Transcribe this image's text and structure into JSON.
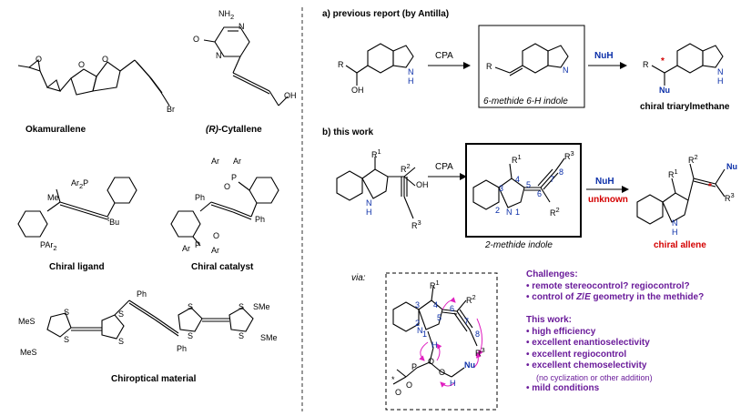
{
  "left": {
    "molecules": [
      {
        "label": "Okamurallene",
        "bold": true
      },
      {
        "label": "(R)-Cytallene",
        "bold": true,
        "italic_prefix": "(R)"
      },
      {
        "label": "Chiral ligand",
        "bold": true
      },
      {
        "label": "Chiral catalyst",
        "bold": true
      },
      {
        "label": "Chiroptical material",
        "bold": true
      }
    ],
    "atoms": {
      "nh2": "NH2",
      "o": "O",
      "n": "N",
      "oh": "OH",
      "br": "Br",
      "me": "Me",
      "tbu": "tBu",
      "ar2p": "Ar2P",
      "par2": "PAr2",
      "ph": "Ph",
      "ar": "Ar",
      "p": "P",
      "sme": "SMe",
      "mes": "MeS",
      "s": "S"
    }
  },
  "panel_a": {
    "title": "a) previous report (by Antilla)",
    "reagent1": "CPA",
    "reagent2": "NuH",
    "intermediate_caption": "6-methide 6-H indole",
    "product_caption": "chiral triarylmethane",
    "r": "R",
    "oh": "OH",
    "nh": "N\nH",
    "n": "N",
    "nu": "Nu",
    "star": "*"
  },
  "panel_b": {
    "title": "b) this work",
    "reagent1": "CPA",
    "reagent2": "NuH",
    "unknown": "unknown",
    "intermediate_caption": "2-methide indole",
    "product_caption": "chiral allene",
    "r1": "R1",
    "r2": "R2",
    "r3": "R3",
    "oh": "OH",
    "n": "N",
    "nh": "NH",
    "nu": "Nu",
    "star": "*",
    "nums": [
      "3",
      "4",
      "2",
      "1",
      "5",
      "6",
      "7",
      "8"
    ]
  },
  "via": {
    "label": "via:",
    "atoms": {
      "r1": "R1",
      "r2": "R2",
      "r3": "R3",
      "n": "N",
      "h": "H",
      "o": "O",
      "p": "P",
      "nu": "Nu",
      "star": "*"
    },
    "nums": [
      "3",
      "4",
      "5",
      "6",
      "7",
      "8",
      "2",
      "1"
    ]
  },
  "challenges": {
    "heading": "Challenges:",
    "items": [
      "remote stereocontrol? regiocontrol?",
      "control of Z/E geometry in the methide?"
    ]
  },
  "this_work": {
    "heading": "This work:",
    "items": [
      "high efficiency",
      "excellent enantioselectivity",
      "excellent regiocontrol",
      "excellent chemoselectivity"
    ],
    "sub": "(no cyclization or other addition)",
    "last": "mild conditions"
  },
  "colors": {
    "accent_red": "#d40000",
    "accent_blue": "#0a2ea8",
    "accent_purple": "#6a1b9a",
    "arrow_magenta": "#e020c0"
  }
}
